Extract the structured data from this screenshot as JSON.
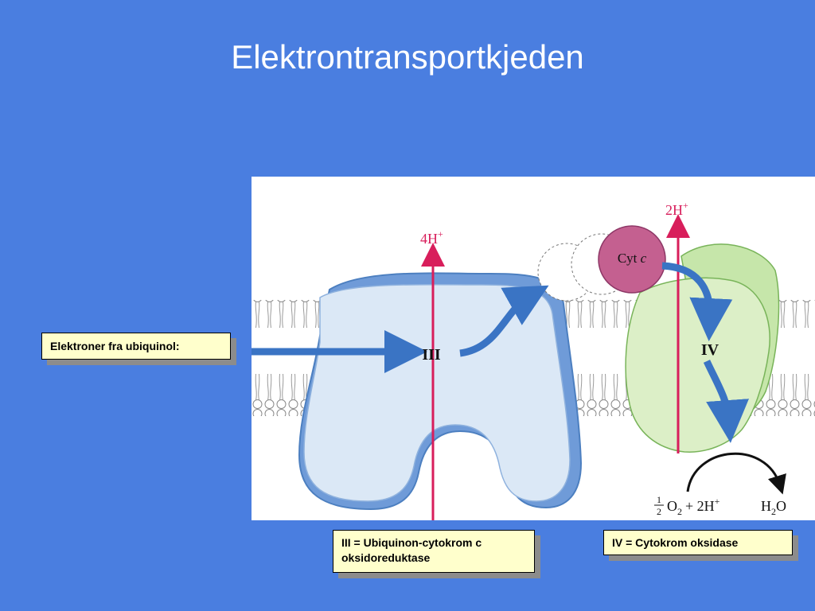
{
  "slide": {
    "title": "Elektrontransportkjeden"
  },
  "diagram": {
    "complex_iii_label": "III",
    "complex_iv_label": "IV",
    "complex_iii_protons": "4H",
    "complex_iv_protons": "2H",
    "proton_charge": "+",
    "cytochrome_label": "Cyt",
    "cytochrome_italic": "c",
    "reaction_half_num": "1",
    "reaction_half_den": "2",
    "reaction_o": "O",
    "reaction_o_sub": "2",
    "reaction_plus": "+ 2H",
    "reaction_plus_sup": "+",
    "reaction_product_h": "H",
    "reaction_product_sub": "2",
    "reaction_product_o": "O",
    "colors": {
      "complex_iii_fill": "#dbe8f6",
      "complex_iii_edge": "#5a8fd1",
      "complex_iv_fill": "#dcefc7",
      "complex_iv_edge": "#79b45a",
      "cytochrome_fill": "#c46090",
      "proton_arrow": "#d81e5b",
      "electron_arrow": "#3a74c4"
    }
  },
  "callouts": {
    "ubiquinol": "Elektroner fra ubiquinol:",
    "complex_iii_line1": "III = Ubiquinon-cytokrom c",
    "complex_iii_line2": "oksidoreduktase",
    "complex_iv": "IV = Cytokrom oksidase"
  }
}
